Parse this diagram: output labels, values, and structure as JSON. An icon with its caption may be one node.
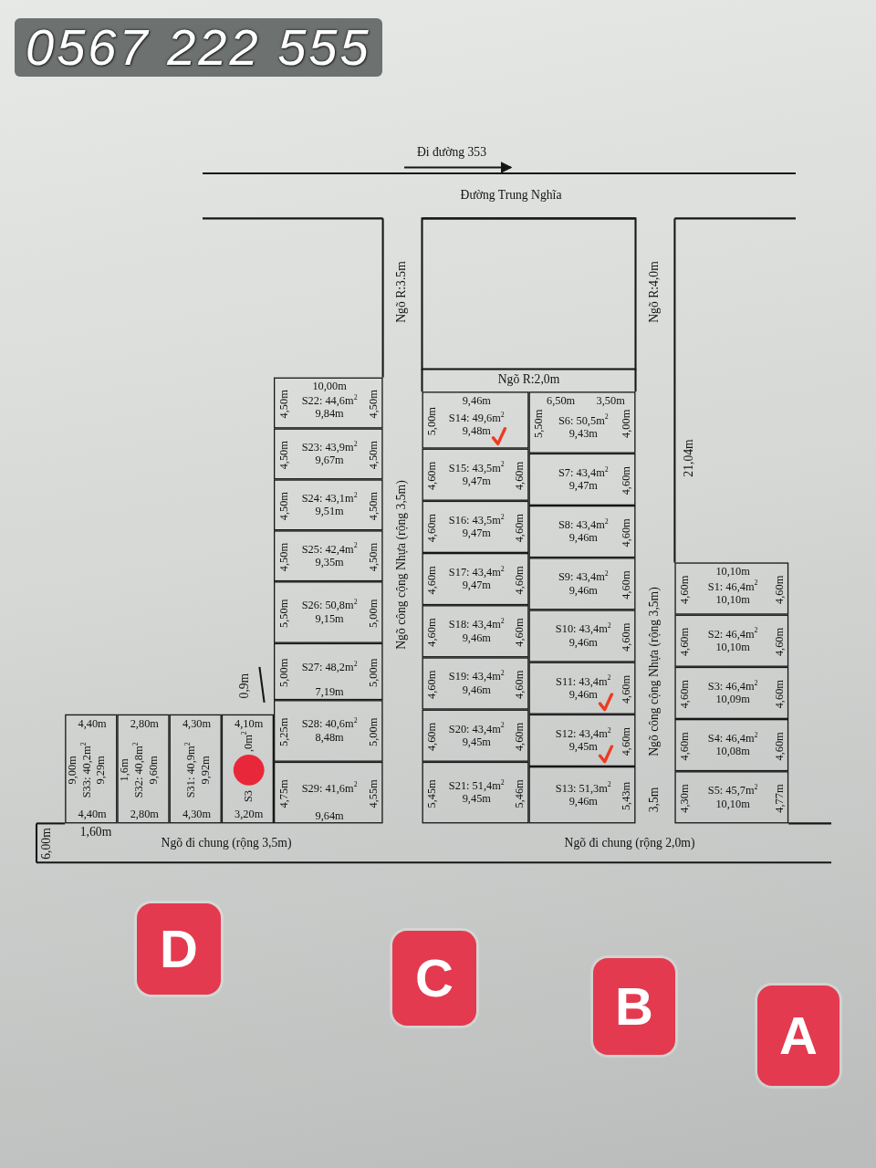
{
  "diagram": {
    "nodes": [
      {
        "text": [
          "10,10m",
          "S1: 46,4m$^{2}$",
          "10,10m",
          "4,60m",
          "4,60m"
        ]
      },
      {
        "text": [
          "S2: 46,4m$^{2}$",
          "10,10m",
          "4,60m",
          "4,60m"
        ]
      },
      {
        "text": [
          "S3: 46,4m$^{2}$",
          "10,09m",
          "4,60m",
          "4,60m"
        ]
      },
      {
        "text": [
          "S4: 46,4m$^{2}$",
          "10,08m",
          "4,60m",
          "4,60m"
        ]
      },
      {
        "text": [
          "S5: 45,7m$^{2}$",
          "10,10m",
          "4,30m",
          "4,77m"
        ]
      },
      {
        "text": [
          "6,50m",
          "3,50m",
          "S6: 50,5m$^{2}$",
          "9,43m",
          "5,50m",
          "4,00m"
        ]
      },
      {
        "text": [
          "S7: 43,4m$^{2}$",
          "9,47m",
          "4,60m"
        ]
      },
      {
        "text": [
          "S8: 43,4m$^{2}$",
          "9,46m",
          "4,60m"
        ]
      },
      {
        "text": [
          "S9: 43,4m$^{2}$",
          "9,46m",
          "4,60m"
        ]
      },
      {
        "text": [
          "S10: 43,4m$^{2}$",
          "9,46m",
          "4,60m"
        ]
      },
      {
        "text": [
          "S11: 43,4m$^{2}$",
          "9,46m",
          "4,60m"
        ]
      },
      {
        "text": [
          "S12: 43,4m$^{2}$",
          "9,45m",
          "4,60m"
        ]
      },
      {
        "text": [
          "S13: 51,3m$^{2}$",
          "9,46m",
          "5,43m"
        ]
      },
      {
        "text": [
          "9,46m",
          "S14: 49,6m$^{2}$",
          "9,48m",
          "5,00m"
        ]
      },
      {
        "text": [
          "S15: 43,5m$^{2}$",
          "9,47m",
          "4,60m",
          "4,60m"
        ]
      },
      {
        "text": [
          "S16: 43,5m$^{2}$",
          "9,47m",
          "4,60m",
          "4,60m"
        ]
      },
      {
        "text": [
          "S17: 43,4m$^{2}$",
          "9,47m",
          "4,60m",
          "4,60m"
        ]
      },
      {
        "text": [
          "S18: 43,4m$^{2}$",
          "9,46m",
          "4,60m",
          "4,60m"
        ]
      },
      {
        "text": [
          "S19: 43,4m$^{2}$",
          "9,46m",
          "4,60m",
          "4,60m"
        ]
      },
      {
        "text": [
          "S20: 43,4m$^{2}$",
          "9,45m",
          "4,60m",
          "4,60m"
        ]
      },
      {
        "text": [
          "S21: 51,4m$^{2}$",
          "9,45m",
          "5,45m",
          "5,46m"
        ]
      },
      {
        "text": [
          "10,00m",
          "S22: 44,6m$^{2}$",
          "9,84m",
          "4,50m",
          "4,50m"
        ]
      },
      {
        "text": [
          "S23: 43,9m$^{2}$",
          "9,67m",
          "4,50m",
          "4,50m"
        ]
      },
      {
        "text": [
          "S24: 43,1m$^{2}$",
          "9,51m",
          "4,50m",
          "4,50m"
        ]
      },
      {
        "text": [
          "S25: 42,4m$^{2}$",
          "9,35m",
          "4,50m",
          "4,50m"
        ]
      },
      {
        "text": [
          "S26: 50,8m$^{2}$",
          "9,15m",
          "5,50m",
          "5,00m"
        ]
      },
      {
        "text": [
          "S27: 48,2m$^{2}$",
          "5,00m",
          "5,00m",
          "7,19m"
        ]
      },
      {
        "text": [
          "S28: 40,6m$^{2}$",
          "8,48m",
          "5,25m",
          "5,00m"
        ]
      },
      {
        "text": [
          "S29: 41,6m$^{2}$",
          "4,75m",
          "4,55m",
          "9,64m"
        ]
      },
      {
        "text": [
          "S3",
          ",0m$^{2}$",
          "4,10m",
          "3,20m"
        ]
      },
      {
        "text": [
          "S31: 40,9m$^{2}$",
          "9,92m",
          "4,30m",
          "4,30m"
        ]
      },
      {
        "text": [
          "S32: 40,8m$^{2}$",
          "9,60m",
          "2,80m",
          "2,80m",
          "1,6m"
        ]
      },
      {
        "text": [
          "S33: 40,2m$^{2}$",
          "9,29m",
          "4,40m",
          "4,40m",
          "9,00m"
        ]
      },
      {
        "text": [
          "D"
        ]
      },
      {
        "text": [
          "C"
        ]
      },
      {
        "text": [
          "B"
        ]
      },
      {
        "text": [
          "A"
        ]
      }
    ],
    "labels": [
      "0567 222 555",
      "Đi đường 353",
      "Đường Trung Nghĩa",
      "Ngõ R:3.5m",
      "Ngõ R:2,0m",
      "Ngõ R:4,0m",
      "Ngõ công cộng Nhựa (rộng 3,5m)",
      "Ngõ công cộng Nhựa (rộng 3,5m)",
      "Ngõ đi chung (rộng 3,5m)",
      "Ngõ đi chung (rộng 2,0m)",
      "21,04m",
      "3,5m",
      "6,00m",
      "1,60m",
      "0,9m"
    ]
  }
}
